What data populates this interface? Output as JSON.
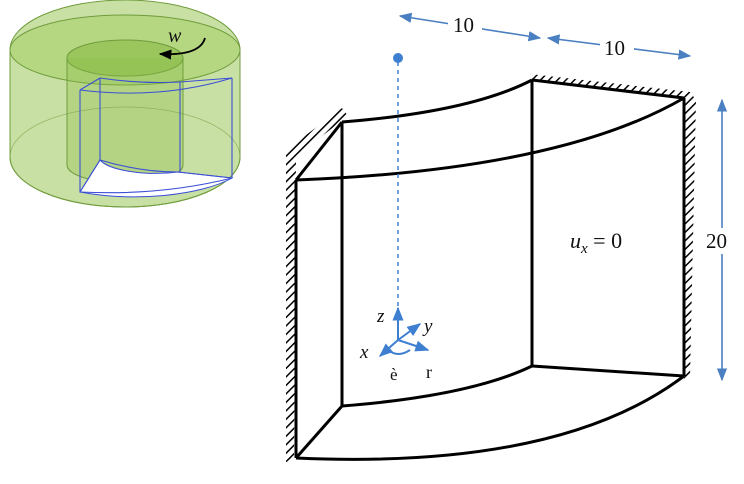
{
  "dimensions": {
    "top_left": "10",
    "top_right": "10",
    "right_height": "20"
  },
  "boundary_condition": {
    "var": "u",
    "sub": "x",
    "rest": " = 0"
  },
  "small_cylinder": {
    "rotation_label": "w"
  },
  "axes": {
    "z": "z",
    "y": "y",
    "x": "x",
    "theta": "è",
    "r": "r"
  },
  "colors": {
    "cylinder_fill": "#9cc75a",
    "cylinder_edge": "#6f9c3c",
    "wedge_edge": "#3b4fd6",
    "dimension_arrow": "#4a7fc1",
    "axis_arrow": "#3f7fd1",
    "outline": "#000000"
  }
}
